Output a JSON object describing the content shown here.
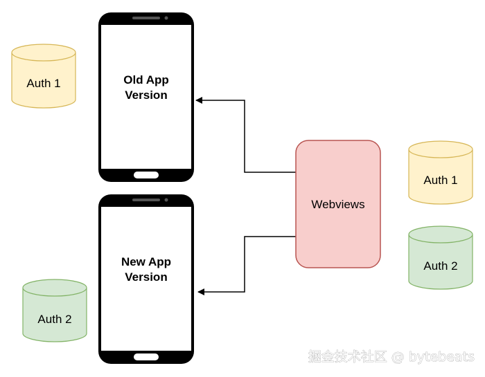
{
  "phones": {
    "old": {
      "line1": "Old App",
      "line2": "Version"
    },
    "new": {
      "line1": "New App",
      "line2": "Version"
    }
  },
  "webviews": {
    "label": "Webviews",
    "fill": "#f8cecc",
    "stroke": "#b85450"
  },
  "databases": {
    "left_auth1": {
      "label": "Auth 1",
      "fill": "#fff2cc",
      "stroke": "#d6b656"
    },
    "left_auth2": {
      "label": "Auth 2",
      "fill": "#d5e8d4",
      "stroke": "#82b366"
    },
    "right_auth1": {
      "label": "Auth 1",
      "fill": "#fff2cc",
      "stroke": "#d6b656"
    },
    "right_auth2": {
      "label": "Auth 2",
      "fill": "#d5e8d4",
      "stroke": "#82b366"
    }
  },
  "watermark": "掘金技术社区 @ bytebeats"
}
